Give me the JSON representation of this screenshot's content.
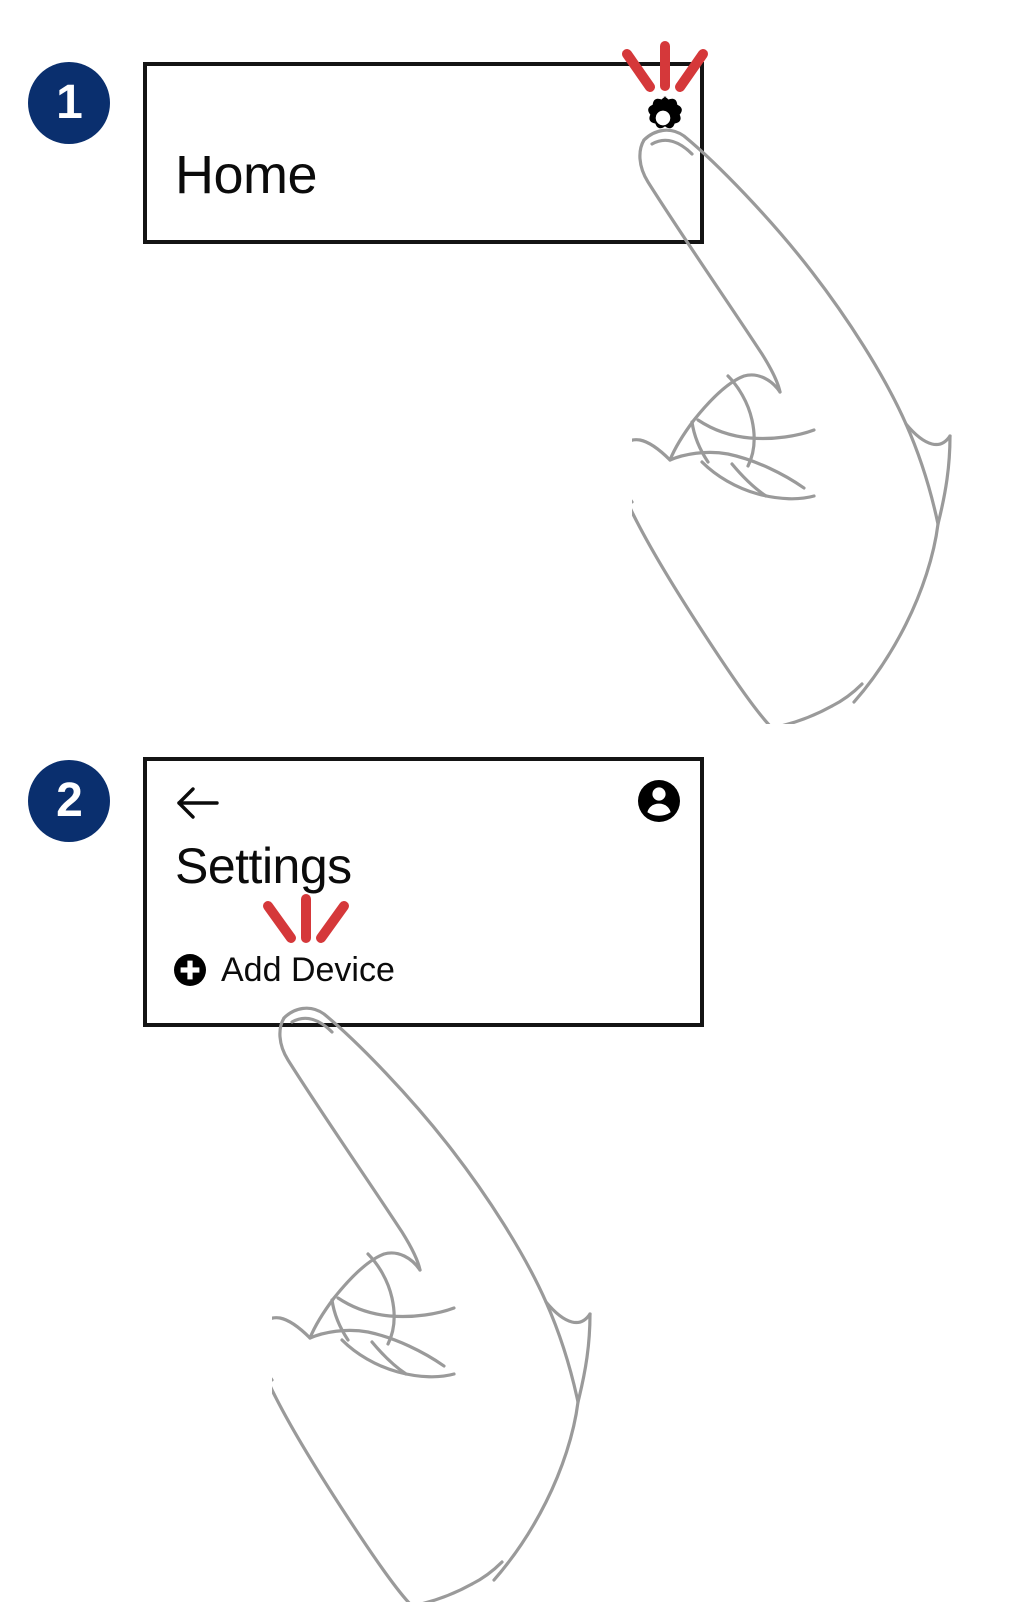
{
  "document": {
    "type": "instructional-step-diagram",
    "title": "Add Device walkthrough",
    "background_color": "#ffffff",
    "badge_color": "#0a2f6e",
    "tap_ray_color": "#d5383a",
    "hand_line_color": "#9a9a9a",
    "frame_border_color": "#141414"
  },
  "steps": [
    {
      "number": "1",
      "screen": {
        "title": "Home",
        "icons": [
          {
            "name": "gear-icon",
            "label": "Settings"
          }
        ],
        "tap_target": "gear-icon"
      }
    },
    {
      "number": "2",
      "screen": {
        "title": "Settings",
        "icons": [
          {
            "name": "back-arrow-icon",
            "label": "Back"
          },
          {
            "name": "account-icon",
            "label": "Account"
          }
        ],
        "actions": [
          {
            "name": "add-device-button",
            "label": "Add Device",
            "icon": "plus-circle-icon"
          }
        ],
        "tap_target": "add-device-button"
      }
    }
  ]
}
